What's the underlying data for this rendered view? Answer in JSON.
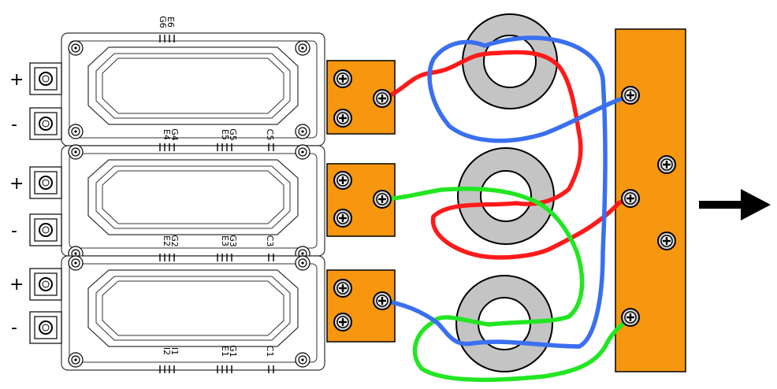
{
  "polarity": {
    "m1_plus": "+",
    "m1_minus": "-",
    "m2_plus": "+",
    "m2_minus": "-",
    "m3_plus": "+",
    "m3_minus": "-"
  },
  "pins": {
    "g6": "G6",
    "e6": "E6",
    "g4": "G4",
    "e4": "E4",
    "g5": "G5",
    "e5": "E5",
    "c5": "C5",
    "g2": "G2",
    "e2": "E2",
    "g3": "G3",
    "e3": "E3",
    "c3": "C3",
    "i1": "I1",
    "i2": "I2",
    "g1": "G1",
    "e1": "E1",
    "c1": "C1"
  },
  "colors": {
    "busbar": "#f7960f",
    "core": "#c4c4c4",
    "wire_red": "#ff1a1a",
    "wire_green": "#22e622",
    "wire_blue": "#3a6ff0",
    "outline": "#222222"
  },
  "arrow_icon": "right-arrow-icon"
}
